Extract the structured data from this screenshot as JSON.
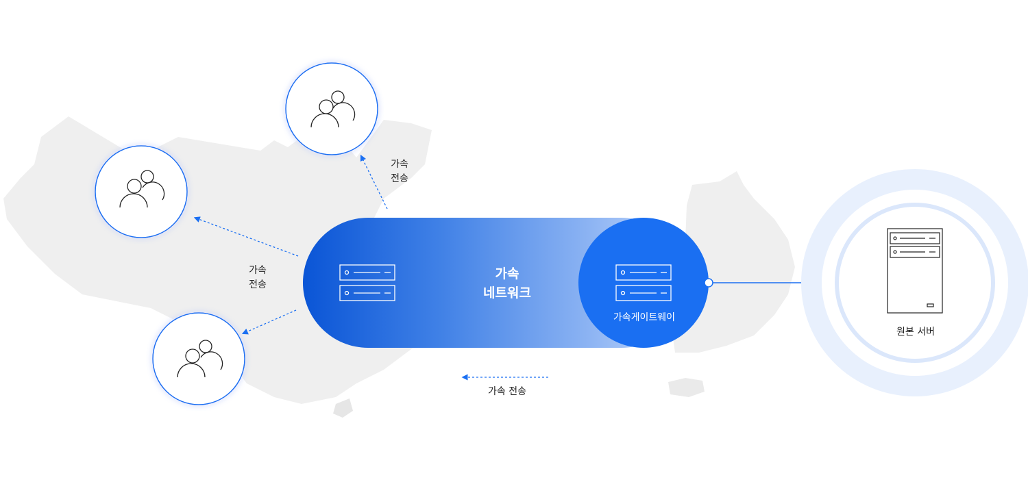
{
  "diagram": {
    "network_title_line1": "가속",
    "network_title_line2": "네트워크",
    "gateway_label": "가속게이트웨이",
    "origin_label": "원본 서버",
    "transfer_top": {
      "line1": "가속",
      "line2": "전송"
    },
    "transfer_left": {
      "line1": "가속",
      "line2": "전송"
    },
    "transfer_bottom": "가속 전송",
    "user_nodes": [
      "user-group-icon",
      "user-group-icon",
      "user-group-icon"
    ],
    "colors": {
      "primary_blue": "#1a6ff2",
      "deep_blue": "#0a55d6",
      "light_ring": "#e8f0fd",
      "map_gray": "#efefef"
    }
  }
}
